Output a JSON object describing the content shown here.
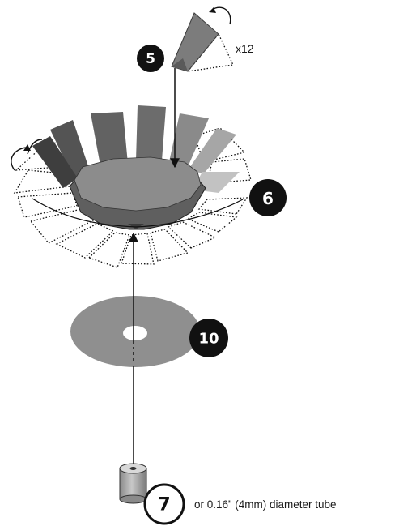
{
  "steps": {
    "blade": "5",
    "hub": "6",
    "disc": "10",
    "shaft": "7"
  },
  "blade_count_label": "x12",
  "tube_note": "or 0.16” (4mm) diameter tube",
  "colors": {
    "ink": "#111111",
    "disc": "#8f8f8f",
    "hub_top": "#8a8a8a",
    "hub_rim": "#5e5e5e",
    "blade_dark": "#505050",
    "blade_light": "#b8b8b8",
    "tube": "#a8a8a8"
  },
  "icons": [
    "curved-arrow-icon",
    "arrow-icon"
  ]
}
